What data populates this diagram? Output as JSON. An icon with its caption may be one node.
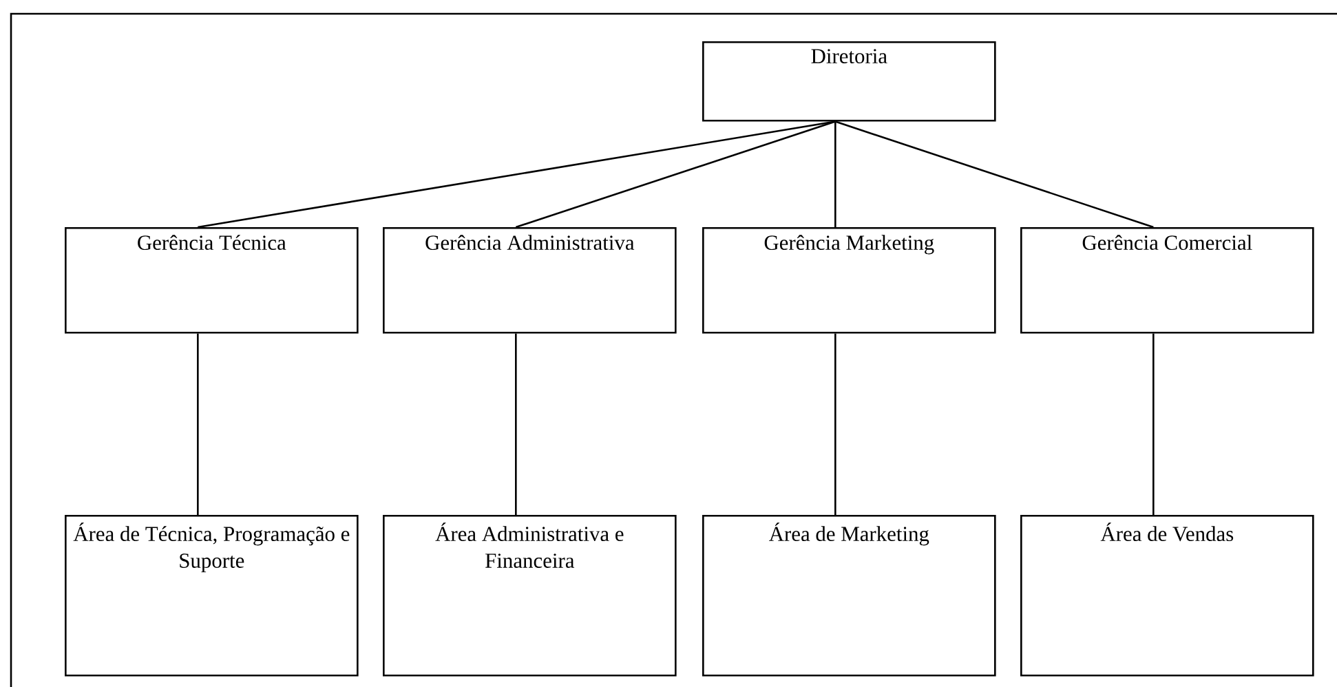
{
  "diagram": {
    "nodes": [
      {
        "text": [
          "Diretoria"
        ]
      },
      {
        "text": [
          "Gerência Técnica"
        ]
      },
      {
        "text": [
          "Gerência Administrativa"
        ]
      },
      {
        "text": [
          "Gerência Marketing"
        ]
      },
      {
        "text": [
          "Gerência Comercial"
        ]
      },
      {
        "text": [
          "Área de Técnica, Programação e Suporte"
        ]
      },
      {
        "text": [
          "Área Administrativa e Financeira"
        ]
      },
      {
        "text": [
          "Área de Marketing"
        ]
      },
      {
        "text": [
          "Área de Vendas"
        ]
      }
    ],
    "edges": [
      {
        "from": 0,
        "to": 1,
        "arrow": "none"
      },
      {
        "from": 0,
        "to": 2,
        "arrow": "none"
      },
      {
        "from": 0,
        "to": 3,
        "arrow": "none"
      },
      {
        "from": 0,
        "to": 4,
        "arrow": "none"
      },
      {
        "from": 1,
        "to": 5,
        "arrow": "none"
      },
      {
        "from": 2,
        "to": 6,
        "arrow": "none"
      },
      {
        "from": 3,
        "to": 7,
        "arrow": "none"
      },
      {
        "from": 4,
        "to": 8,
        "arrow": "none"
      }
    ]
  }
}
